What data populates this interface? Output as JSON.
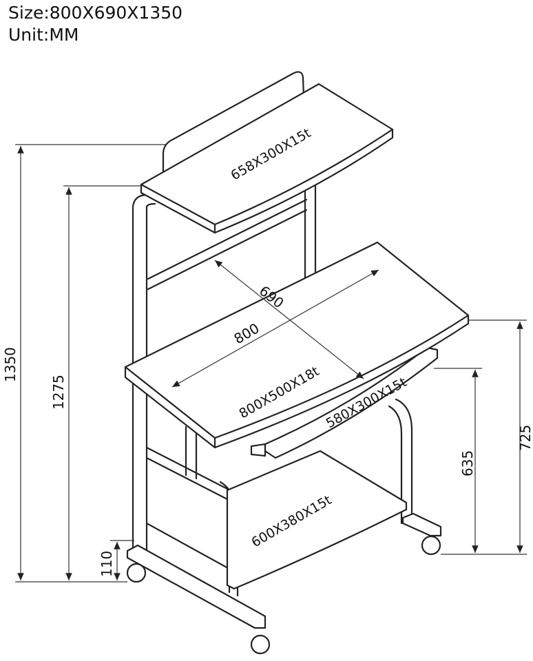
{
  "header": {
    "size": "Size:800X690X1350",
    "unit": "Unit:MM"
  },
  "parts": {
    "top_shelf": "658X300X15t",
    "desk_top": "800X500X18t",
    "keyboard_tray": "580X300X15t",
    "bottom_shelf": "600X380X15t"
  },
  "dimensions": {
    "total_height": "1350",
    "top_shelf_height": "1275",
    "bottom_shelf_height": "110",
    "desk_height": "725",
    "tray_height": "635",
    "width": "800",
    "depth": "690"
  }
}
